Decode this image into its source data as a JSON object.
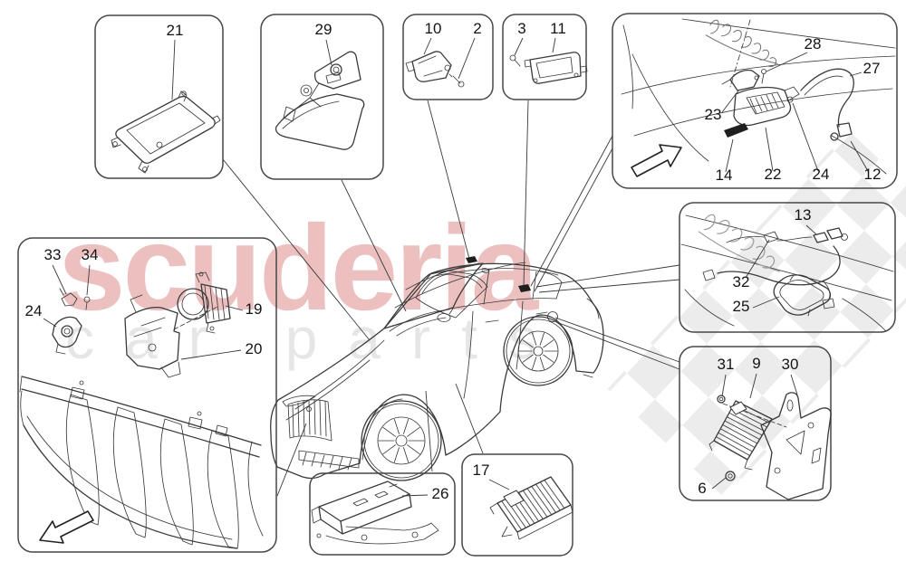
{
  "page": {
    "background": "#ffffff",
    "type": "parts-diagram"
  },
  "watermark": {
    "brand_text": "scuderia",
    "tagline_text": "car parts",
    "brand_color": "#c32d2d",
    "tagline_color": "#3c3c3c",
    "checker_color": "#e9e9e9"
  },
  "diagram": {
    "line_color": "#3a3a3a",
    "label_color": "#141414",
    "vehicle": "SUV line drawing, front three-quarter view, sunroof, roof sensors",
    "panels": [
      {
        "id": "module-21",
        "parts": [
          "21"
        ]
      },
      {
        "id": "interior-mirror-29",
        "parts": [
          "29"
        ]
      },
      {
        "id": "bracket-10-2",
        "parts": [
          "10",
          "2"
        ]
      },
      {
        "id": "module-3-11",
        "parts": [
          "3",
          "11"
        ]
      },
      {
        "id": "rear-camera-view",
        "parts": [
          "28",
          "27",
          "23",
          "14",
          "22",
          "24",
          "12"
        ]
      },
      {
        "id": "tailgate-harness",
        "parts": [
          "13",
          "32",
          "25"
        ]
      },
      {
        "id": "ecu-bracket",
        "parts": [
          "31",
          "9",
          "30",
          "6"
        ]
      },
      {
        "id": "front-grille",
        "parts": [
          "33",
          "34",
          "24",
          "19",
          "20"
        ]
      },
      {
        "id": "bracket-26",
        "parts": [
          "26"
        ]
      },
      {
        "id": "ecu-17",
        "parts": [
          "17"
        ]
      }
    ],
    "labels": {
      "n21": "21",
      "n29": "29",
      "n10": "10",
      "n2": "2",
      "n3": "3",
      "n11": "11",
      "n28": "28",
      "n27": "27",
      "n23": "23",
      "n14": "14",
      "n22": "22",
      "n24a": "24",
      "n12": "12",
      "n13": "13",
      "n32": "32",
      "n25": "25",
      "n33": "33",
      "n34": "34",
      "n24b": "24",
      "n19": "19",
      "n20": "20",
      "n31": "31",
      "n9": "9",
      "n30": "30",
      "n6": "6",
      "n26": "26",
      "n17": "17"
    },
    "icons": {
      "direction_arrow_rear": "direction-arrow-icon",
      "direction_arrow_front": "direction-arrow-icon",
      "maserati_script": "maserati-script"
    }
  }
}
